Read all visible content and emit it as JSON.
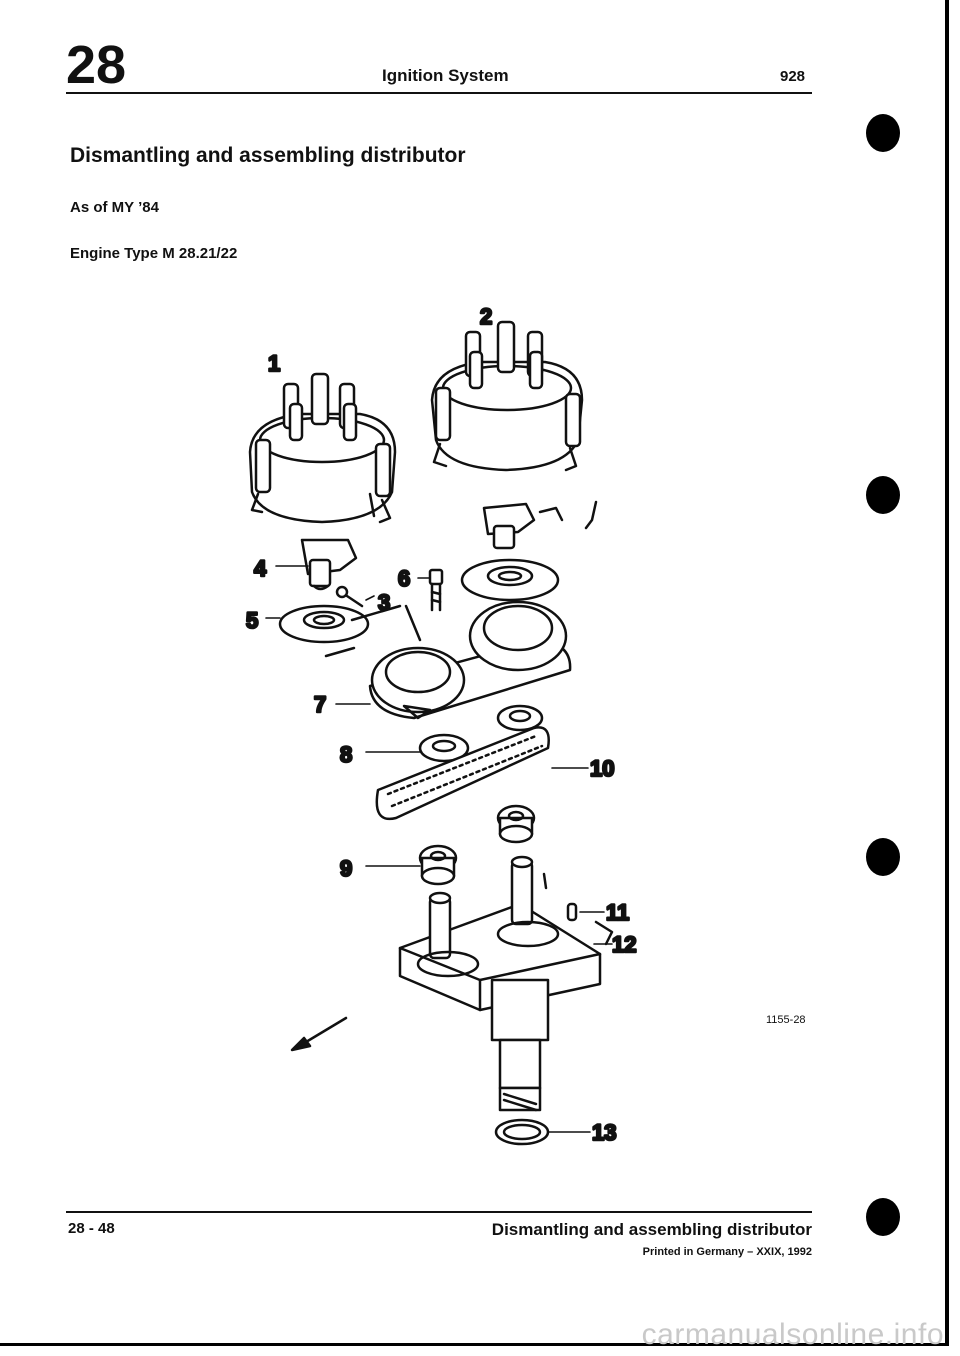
{
  "header": {
    "chapter": "28",
    "title": "Ignition System",
    "model": "928"
  },
  "content": {
    "heading": "Dismantling and assembling distributor",
    "subheading_1": "As of MY ’84",
    "subheading_2": "Engine Type M 28.21/22"
  },
  "figure": {
    "code": "1155-28",
    "callouts": [
      "1",
      "2",
      "3",
      "4",
      "5",
      "6",
      "7",
      "8",
      "9",
      "10",
      "11",
      "12",
      "13"
    ]
  },
  "footer": {
    "page_number": "28 - 48",
    "title": "Dismantling and assembling distributor",
    "printed": "Printed in Germany – XXIX, 1992"
  },
  "watermark": "carmanualsonline.info"
}
